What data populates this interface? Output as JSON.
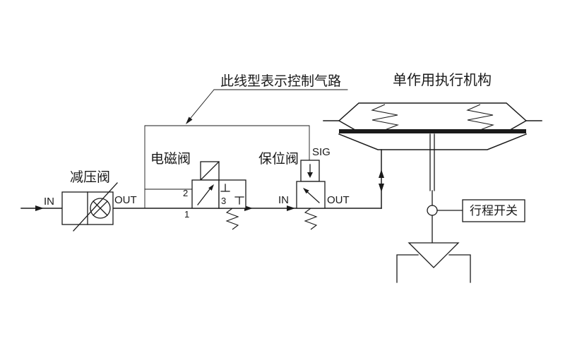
{
  "diagram": {
    "background": "#ffffff",
    "line_color": "#1a1a1a",
    "annotation": {
      "control_line_note": "此线型表示控制气路"
    },
    "actuator": {
      "label": "单作用执行机构"
    },
    "reducing_valve": {
      "label": "减压阀",
      "in": "IN",
      "out": "OUT"
    },
    "solenoid_valve": {
      "label": "电磁阀",
      "port1": "1",
      "port2": "2",
      "port3": "3"
    },
    "lockup_valve": {
      "label": "保位阀",
      "sig": "SIG",
      "in": "IN",
      "out": "OUT"
    },
    "limit_switch": {
      "label": "行程开关"
    }
  }
}
